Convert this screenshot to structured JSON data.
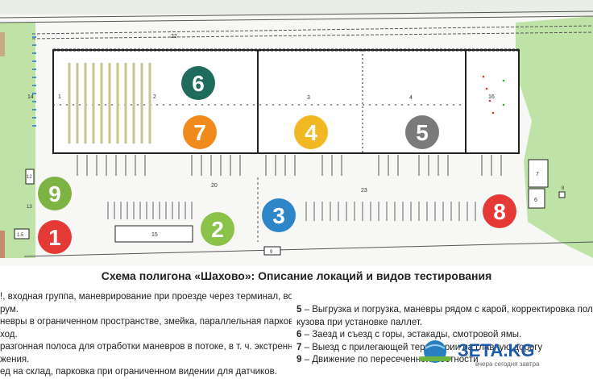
{
  "plan_labels": {
    "road_top": "22",
    "west_strip": "14",
    "hall_left_1": "1",
    "hall_left_2": "2",
    "hall_mid": "3",
    "hall_right": "4",
    "hall_far_right": "16",
    "gate_a": "1",
    "block_12": "12",
    "block_13": "13",
    "block_15": "15",
    "block_20": "20",
    "block_23": "23",
    "block_9": "9",
    "block_7": "7",
    "block_6": "6",
    "block_8": "8",
    "entry": "1.5"
  },
  "markers": [
    {
      "num": "1",
      "color": "#e53935"
    },
    {
      "num": "2",
      "color": "#8bc34a"
    },
    {
      "num": "3",
      "color": "#2e86c9"
    },
    {
      "num": "4",
      "color": "#f2b824"
    },
    {
      "num": "5",
      "color": "#7a7a7a"
    },
    {
      "num": "6",
      "color": "#1f6b5e"
    },
    {
      "num": "7",
      "color": "#f08a1c"
    },
    {
      "num": "8",
      "color": "#e53935"
    },
    {
      "num": "9",
      "color": "#7cb342"
    }
  ],
  "title": "Схема полигона «Шахово»: Описание локаций и видов тестирования",
  "left_lines": [
    "!, входная группа, маневрирование при проезде через терминал, ворота,",
    "рум.",
    "невры в ограниченном пространстве, змейка, параллельная парковка,",
    " ход.",
    "разгонная полоса для отработки маневров в потоке, в т. ч. экстренного",
    "жения.",
    "ед на склад, парковка при ограниченном видении для датчиков."
  ],
  "right_items": [
    {
      "num": "5",
      "text": " – Выгрузка и погрузка, маневры рядом с карой, корректировка положени"
    },
    {
      "num": "",
      "text": "кузова при установке паллет."
    },
    {
      "num": "6",
      "text": " – Заезд и съезд с горы, эстакады, смотровой ямы."
    },
    {
      "num": "7",
      "text": " – Выезд с прилегающей территории на главную дорогу"
    },
    {
      "num": "9",
      "text": " – Движение по пересеченной местности"
    }
  ],
  "logo": {
    "text": "ЗЕТА.KG",
    "tagline": "вчера сегодня завтра"
  }
}
